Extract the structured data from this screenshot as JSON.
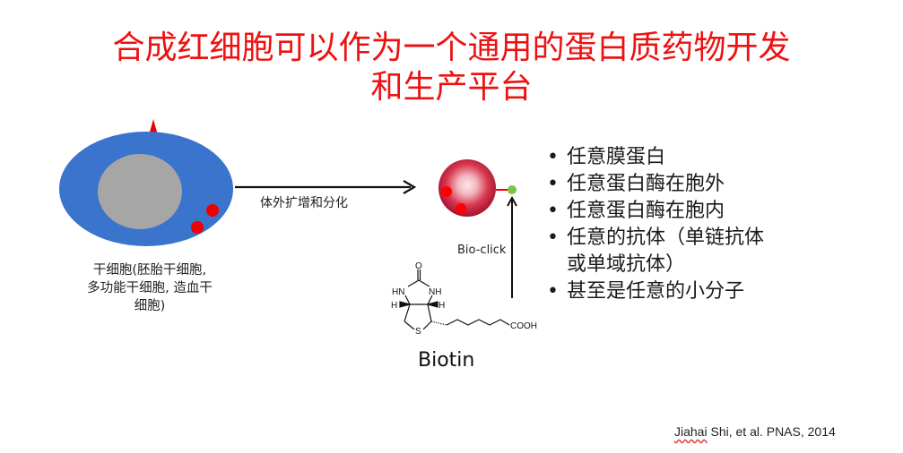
{
  "title": {
    "line1": "合成红细胞可以作为一个通用的蛋白质药物开发",
    "line2": "和生产平台"
  },
  "stem_cell": {
    "label": "干细胞(胚胎干细胞, 多功能干细胞, 造血干细胞)"
  },
  "arrow": {
    "label": "体外扩增和分化"
  },
  "bioclick": {
    "label": "Bio-click"
  },
  "biotin": {
    "name": "Biotin",
    "atoms": {
      "o": "O",
      "hn_left": "HN",
      "nh_right": "NH",
      "h_left": "H",
      "h_right": "H",
      "s": "S",
      "cooh": "COOH"
    }
  },
  "bullets": {
    "items": [
      {
        "text": "任意膜蛋白"
      },
      {
        "text": "任意蛋白酶在胞外"
      },
      {
        "text": "任意蛋白酶在胞内"
      },
      {
        "text": "任意的抗体（单链抗体",
        "cont": "或单域抗体）"
      },
      {
        "text": "甚至是任意的小分子"
      }
    ],
    "bullet_glyph": "•"
  },
  "citation": {
    "author": "Jiahai",
    "rest": " Shi, et al. PNAS, 2014"
  },
  "colors": {
    "title": "#ee1111",
    "cell_blue": "#3a74cc",
    "nucleus_gray": "#a6a6a6",
    "red_dot": "#ee0000",
    "rbc_red": "#d8243e",
    "biotin_green": "#7cc444"
  }
}
